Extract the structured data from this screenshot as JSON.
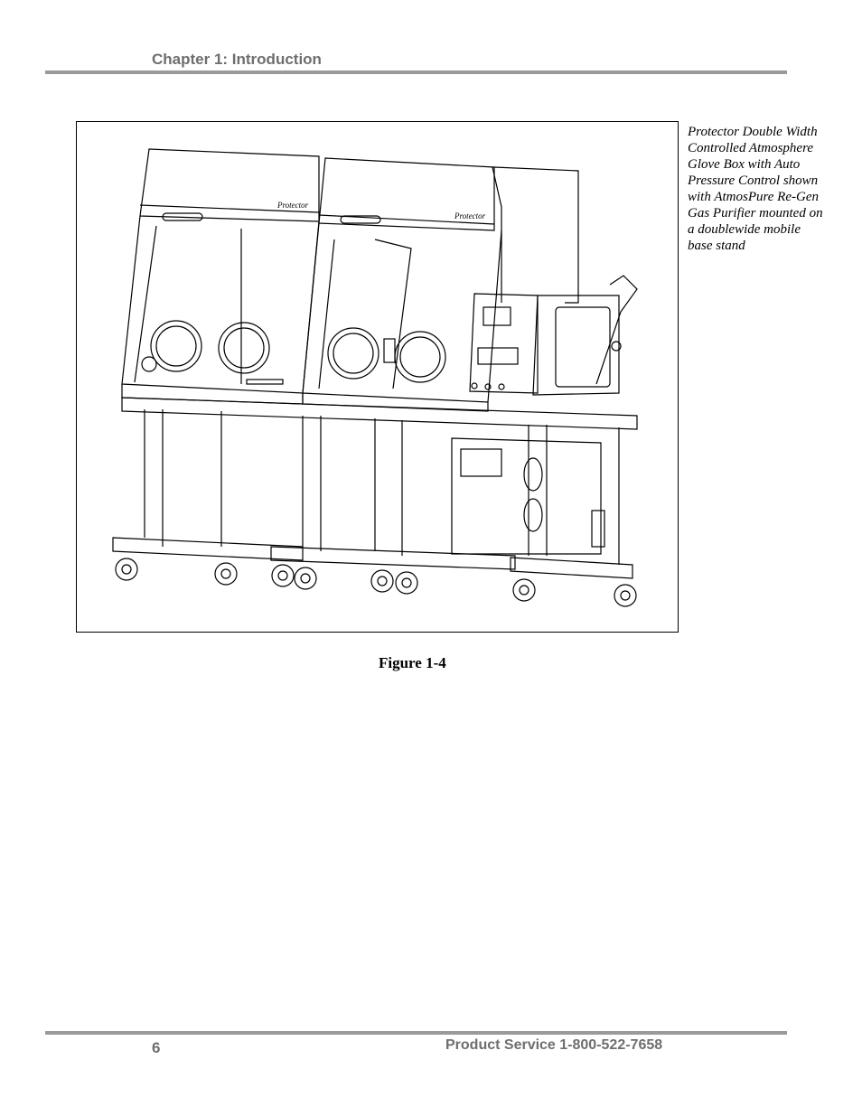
{
  "header": {
    "chapter": "Chapter 1: Introduction"
  },
  "figure": {
    "caption_side": "Protector Double Width Controlled Atmosphere Glove Box with Auto Pressure Control shown with AtmosPure Re-Gen Gas Purifier mounted on a doublewide mobile base stand",
    "label": "Figure 1-4",
    "brand_marks": [
      "Protector",
      "Protector"
    ]
  },
  "footer": {
    "page_number": "6",
    "service": "Product Service 1-800-522-7658"
  }
}
